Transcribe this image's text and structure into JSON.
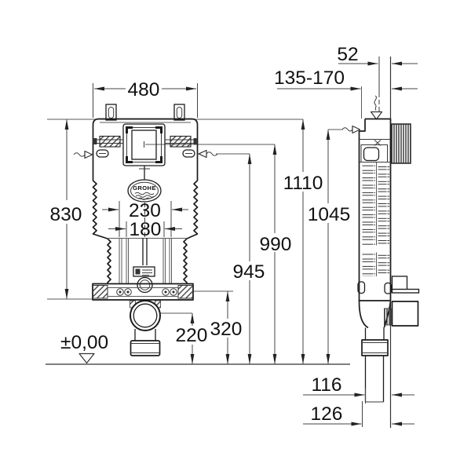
{
  "brand": {
    "name": "GROHE"
  },
  "dims": {
    "front_width": "480",
    "front_height": "830",
    "spacing_outer": "230",
    "spacing_inner": "180",
    "drain_center_height": "220",
    "bracket_height": "320",
    "floor_level": "±0,00",
    "top_depth": "52",
    "mount_depth_range": "135-170",
    "supply_height": "945",
    "actuator_height": "990",
    "frame_height": "1045",
    "overall_height": "1110",
    "outlet_offset_inner": "116",
    "outlet_offset_outer": "126"
  }
}
